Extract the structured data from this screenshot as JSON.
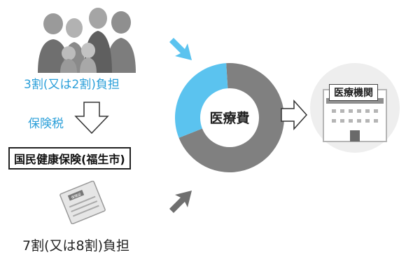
{
  "family": {
    "share_text": "3割(又は2割)負担"
  },
  "tax": {
    "label": "保険税"
  },
  "insurer": {
    "label": "国民健康保険(福生市)"
  },
  "card": {
    "label": "保険証"
  },
  "insurer_share": {
    "text": "7割(又は8割)負担"
  },
  "donut": {
    "center_label": "医療費",
    "family_fraction": 0.3,
    "colors": {
      "family": "#5bc3ef",
      "insurer": "#808080"
    }
  },
  "hospital": {
    "label": "医療機関"
  }
}
